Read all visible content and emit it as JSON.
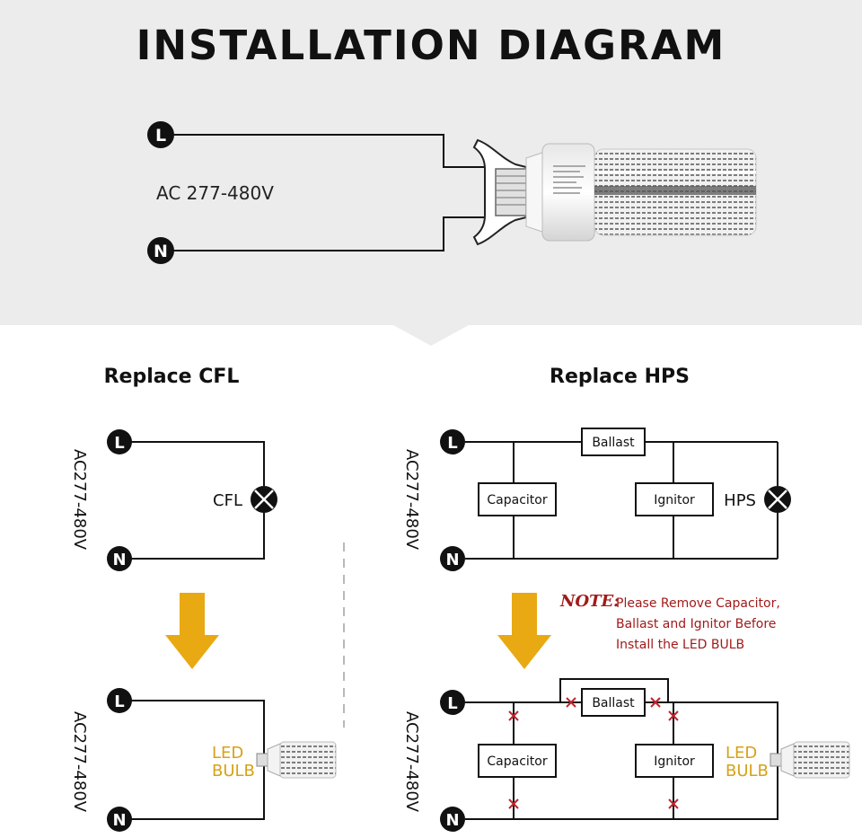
{
  "header": {
    "title": "INSTALLATION DIAGRAM",
    "voltage": "AC 277-480V",
    "terminal_l": "L",
    "terminal_n": "N"
  },
  "cfl": {
    "heading": "Replace CFL",
    "side_voltage": "AC277-480V",
    "lamp_label": "CFL",
    "led_label_1": "LED",
    "led_label_2": "BULB"
  },
  "hps": {
    "heading": "Replace HPS",
    "side_voltage": "AC277-480V",
    "ballast": "Ballast",
    "capacitor": "Capacitor",
    "ignitor": "Ignitor",
    "lamp_label": "HPS",
    "led_label_1": "LED",
    "led_label_2": "BULB"
  },
  "note": {
    "heading": "NOTE:",
    "line1": "Please Remove Capacitor,",
    "line2": "Ballast and Ignitor Before",
    "line3": "Install the LED BULB"
  },
  "colors": {
    "top_panel": "#ececec",
    "wire": "#111111",
    "arrow": "#e8a912",
    "led_text": "#d9a016",
    "note": "#a11a1a",
    "cross": "#c0242a"
  }
}
